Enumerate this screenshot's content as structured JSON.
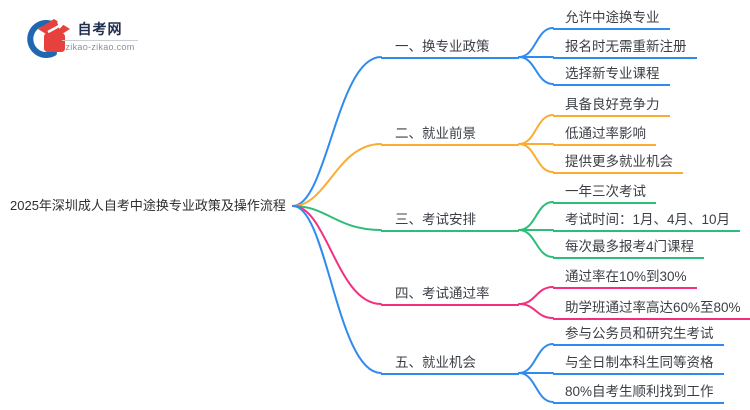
{
  "logo": {
    "name": "自考网",
    "domain": "zikao-zikao.com"
  },
  "root": {
    "title": "2025年深圳成人自考中途换专业政策及操作流程"
  },
  "branches": [
    {
      "label": "一、换专业政策",
      "color": "#2F8BEF",
      "children": [
        "允许中途换专业",
        "报名时无需重新注册",
        "选择新专业课程"
      ]
    },
    {
      "label": "二、就业前景",
      "color": "#FBAD31",
      "children": [
        "具备良好竞争力",
        "低通过率影响",
        "提供更多就业机会"
      ]
    },
    {
      "label": "三、考试安排",
      "color": "#2EBD79",
      "children": [
        "一年三次考试",
        "考试时间：1月、4月、10月",
        "每次最多报考4门课程"
      ]
    },
    {
      "label": "四、考试通过率",
      "color": "#F2317E",
      "children": [
        "通过率在10%到30%",
        "助学班通过率高达60%至80%"
      ]
    },
    {
      "label": "五、就业机会",
      "color": "#2F8BEF",
      "children": [
        "参与公务员和研究生考试",
        "与全日制本科生同等资格",
        "80%自考生顺利找到工作"
      ]
    }
  ],
  "colors": {
    "branch_blue": "#2F8BEF",
    "branch_orange": "#FBAD31",
    "branch_green": "#2EBD79",
    "branch_pink": "#F2317E",
    "logo_red": "#E6413D",
    "logo_blue": "#1F67B0",
    "logo_text": "#1E2C4E",
    "domain_text": "#8A8F98",
    "node_text": "#3B3F45"
  }
}
